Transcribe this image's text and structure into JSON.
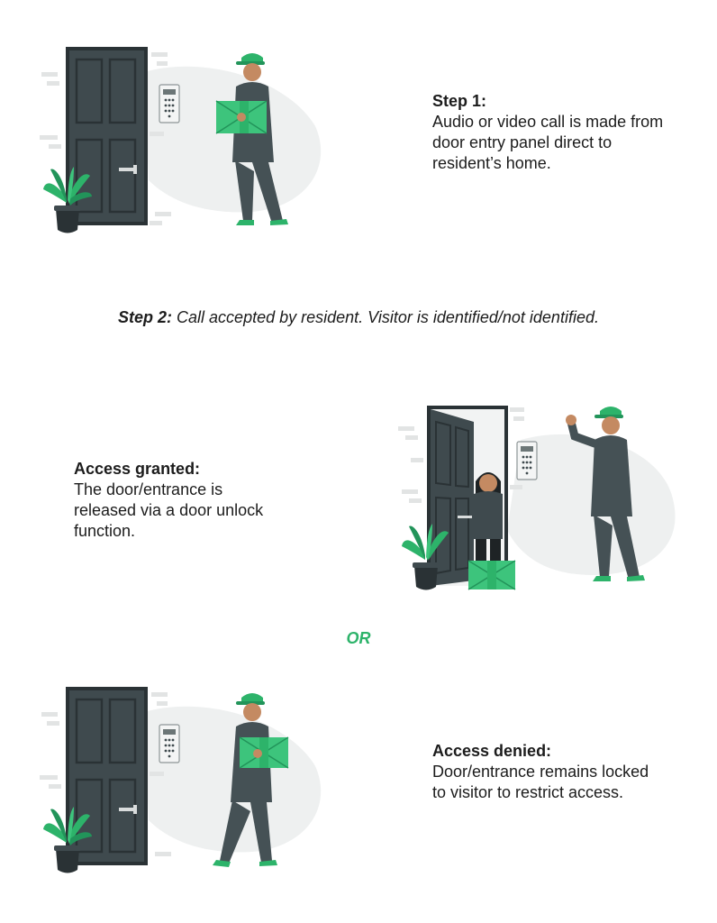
{
  "colors": {
    "door": "#3f4a4e",
    "door_dark": "#2a3235",
    "uniform": "#455155",
    "accent_green": "#2db36a",
    "box_green": "#3dc47c",
    "blob": "#eef0f0",
    "brick": "#e2e4e4",
    "skin": "#c48a62",
    "hair": "#1e2325"
  },
  "icons": [
    "door-icon",
    "intercom-panel-icon",
    "potted-plant-icon",
    "parcel-box-icon",
    "courier-figure-icon",
    "resident-figure-icon"
  ],
  "step1": {
    "heading": "Step 1:",
    "body": "Audio or video call is made from door entry panel direct to resident’s home."
  },
  "step2": {
    "label": "Step 2:",
    "body": " Call accepted by resident. Visitor is identified/not identified."
  },
  "granted": {
    "heading": "Access granted:",
    "body": "The door/entrance is released via a door unlock function."
  },
  "or_label": "OR",
  "denied": {
    "heading": "Access denied:",
    "body": "Door/entrance remains locked to visitor to restrict access."
  }
}
